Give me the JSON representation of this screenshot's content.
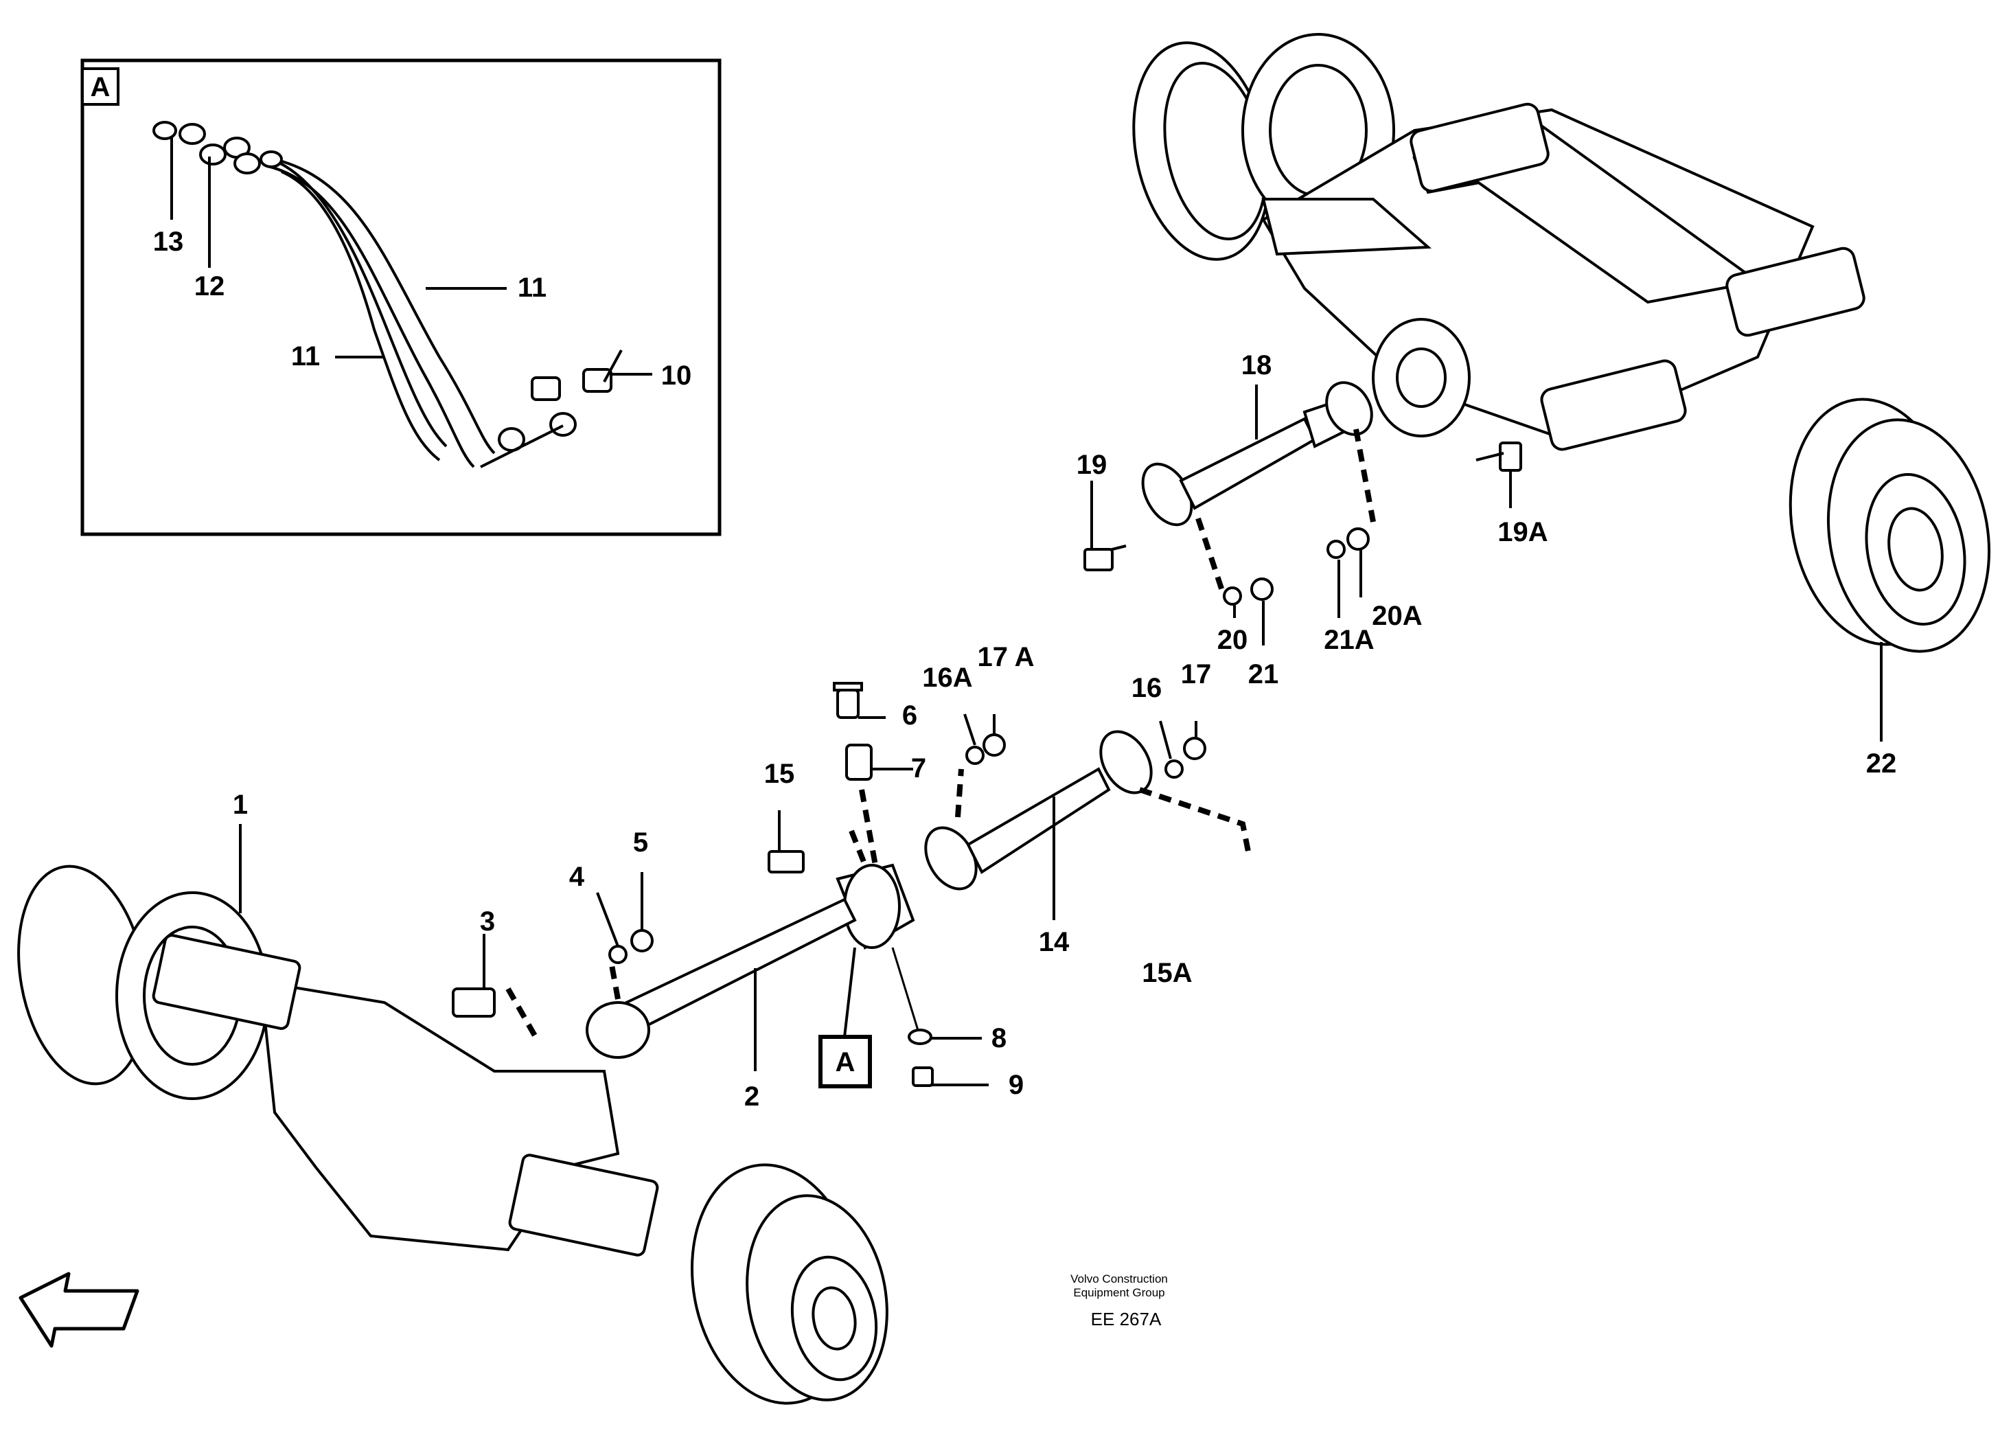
{
  "inset": {
    "tag": "A"
  },
  "detail_tag": "A",
  "labels": [
    {
      "id": "1",
      "text": "1"
    },
    {
      "id": "2",
      "text": "2"
    },
    {
      "id": "3",
      "text": "3"
    },
    {
      "id": "4",
      "text": "4"
    },
    {
      "id": "5",
      "text": "5"
    },
    {
      "id": "6",
      "text": "6"
    },
    {
      "id": "7",
      "text": "7"
    },
    {
      "id": "8",
      "text": "8"
    },
    {
      "id": "9",
      "text": "9"
    },
    {
      "id": "10",
      "text": "10"
    },
    {
      "id": "11a",
      "text": "11"
    },
    {
      "id": "11b",
      "text": "11"
    },
    {
      "id": "12",
      "text": "12"
    },
    {
      "id": "13",
      "text": "13"
    },
    {
      "id": "14",
      "text": "14"
    },
    {
      "id": "15",
      "text": "15"
    },
    {
      "id": "15A",
      "text": "15A"
    },
    {
      "id": "16",
      "text": "16"
    },
    {
      "id": "16A",
      "text": "16A"
    },
    {
      "id": "17",
      "text": "17"
    },
    {
      "id": "17A",
      "text": "17 A"
    },
    {
      "id": "18",
      "text": "18"
    },
    {
      "id": "19",
      "text": "19"
    },
    {
      "id": "19A",
      "text": "19A"
    },
    {
      "id": "20",
      "text": "20"
    },
    {
      "id": "20A",
      "text": "20A"
    },
    {
      "id": "21",
      "text": "21"
    },
    {
      "id": "21A",
      "text": "21A"
    },
    {
      "id": "22",
      "text": "22"
    }
  ],
  "footer": {
    "company_line1": "Volvo Construction",
    "company_line2": "Equipment Group",
    "code": "EE 267A"
  }
}
